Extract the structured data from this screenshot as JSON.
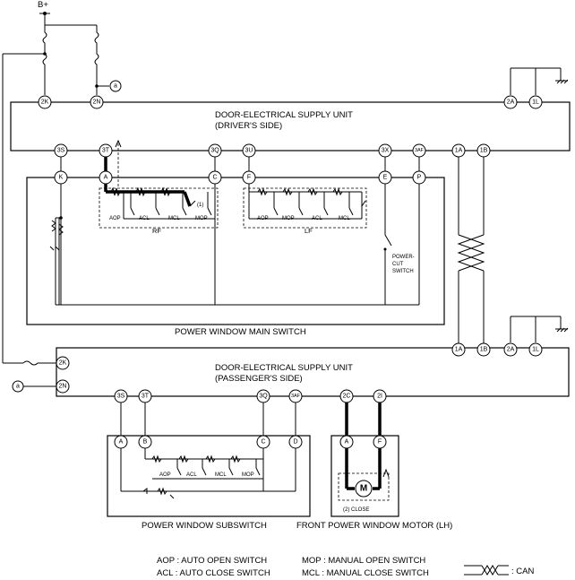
{
  "supply": {
    "label": "B+"
  },
  "units": {
    "driver_supply": {
      "line1": "DOOR-ELECTRICAL SUPPLY UNIT",
      "line2": "(DRIVER'S SIDE)"
    },
    "passenger_supply": {
      "line1": "DOOR-ELECTRICAL SUPPLY UNIT",
      "line2": "(PASSENGER'S SIDE)"
    },
    "main_switch": {
      "label": "POWER WINDOW MAIN SWITCH"
    },
    "subswitch": {
      "label": "POWER WINDOW SUBSWITCH"
    },
    "motor": {
      "label": "FRONT POWER WINDOW MOTOR (LH)",
      "motor_symbol": "M",
      "direction_label": "(2) CLOSE"
    }
  },
  "terminals": {
    "d_2K": "2K",
    "d_2N": "2N",
    "d_2A": "2A",
    "d_1L": "1L",
    "d_3S": "3S",
    "d_3T": "3T",
    "d_3Q": "3Q",
    "d_3U": "3U",
    "d_3X": "3X",
    "d_3AF": "3AF",
    "d_1A": "1A",
    "d_1B": "1B",
    "m_K": "K",
    "m_A": "A",
    "m_C": "C",
    "m_F": "F",
    "m_E": "E",
    "m_P": "P",
    "p_1A": "1A",
    "p_1B": "1B",
    "p_2A": "2A",
    "p_1L": "1L",
    "p_2K": "2K",
    "p_2N": "2N",
    "p_3S": "3S",
    "p_3T": "3T",
    "p_3Q": "3Q",
    "p_3AF": "3AF",
    "p_2C": "2C",
    "p_2I": "2I",
    "s_A": "A",
    "s_B": "B",
    "s_C": "C",
    "s_D": "D",
    "mo_A": "A",
    "mo_F": "F",
    "ref_a1": "a",
    "ref_a2": "a"
  },
  "switch_labels": {
    "rf": {
      "group": "RF",
      "aop": "AOP",
      "acl": "ACL",
      "mcl": "MCL",
      "mop": "MOP",
      "note": "(1)"
    },
    "lf": {
      "group": "LF",
      "aop": "AOP",
      "mop": "MOP",
      "acl": "ACL",
      "mcl": "MCL"
    },
    "sub": {
      "aop": "AOP",
      "acl": "ACL",
      "mcl": "MCL",
      "mop": "MOP"
    },
    "power_cut": {
      "line1": "POWER-",
      "line2": "CUT",
      "line3": "SWITCH"
    }
  },
  "legend": {
    "aop": "AOP : AUTO OPEN SWITCH",
    "acl": "ACL : AUTO CLOSE SWITCH",
    "mop": "MOP : MANUAL OPEN SWITCH",
    "mcl": "MCL : MANUAL CLOSE SWITCH",
    "can": ": CAN"
  }
}
